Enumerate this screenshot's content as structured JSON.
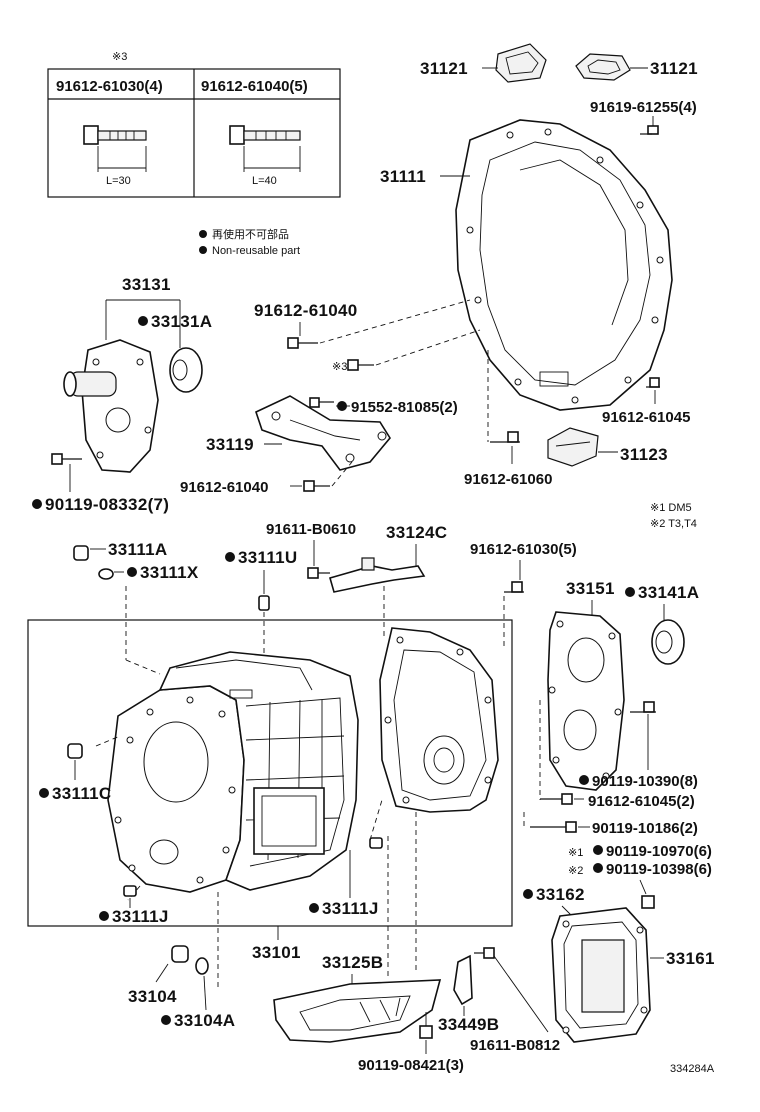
{
  "table": {
    "mark": "※3",
    "col1_header": "91612-61030(4)",
    "col2_header": "91612-61040(5)",
    "col1_len": "L=30",
    "col2_len": "L=40"
  },
  "legend": {
    "jp": "再使用不可部品",
    "en": "Non-reusable part"
  },
  "notes": {
    "n1": "※1 DM5",
    "n2": "※2 T3,T4",
    "mark3": "※3"
  },
  "parts": {
    "p31121a": "31121",
    "p31121b": "31121",
    "p91619_61255": "91619-61255(4)",
    "p31111": "31111",
    "p33131": "33131",
    "p33131A": "33131A",
    "p91612_61040a": "91612-61040",
    "p91552_81085": "91552-81085(2)",
    "p91612_61045a": "91612-61045",
    "p33119": "33119",
    "p31123": "31123",
    "p91612_61040b": "91612-61040",
    "p91612_61060": "91612-61060",
    "p90119_08332": "90119-08332(7)",
    "p33111A": "33111A",
    "p33111X": "33111X",
    "p91611_B0610": "91611-B0610",
    "p33124C": "33124C",
    "p33111U": "33111U",
    "p91612_61030": "91612-61030(5)",
    "p33151": "33151",
    "p33141A": "33141A",
    "p33111C": "33111C",
    "p90119_10390": "90119-10390(8)",
    "p91612_61045b": "91612-61045(2)",
    "p90119_10186": "90119-10186(2)",
    "p90119_10970": "90119-10970(6)",
    "p90119_10398": "90119-10398(6)",
    "mark1": "※1",
    "mark2": "※2",
    "p33162": "33162",
    "p33111J_a": "33111J",
    "p33111J_b": "33111J",
    "p33101": "33101",
    "p33161": "33161",
    "p33125B": "33125B",
    "p33104": "33104",
    "p33104A": "33104A",
    "p33449B": "33449B",
    "p91611_B0812": "91611-B0812",
    "p90119_08421": "90119-08421(3)"
  },
  "footer": {
    "code": "334284A"
  }
}
